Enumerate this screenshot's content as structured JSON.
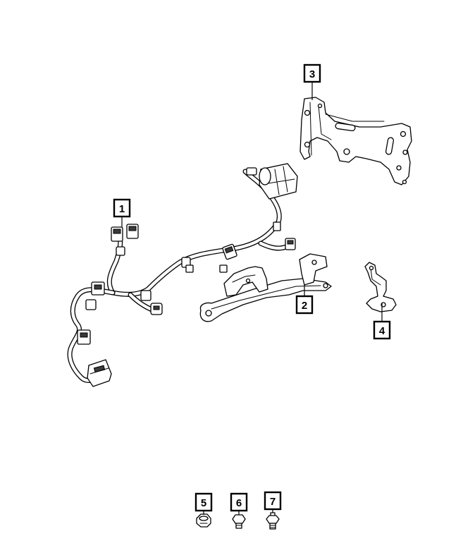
{
  "callouts": [
    {
      "id": "1",
      "label": "1"
    },
    {
      "id": "2",
      "label": "2"
    },
    {
      "id": "3",
      "label": "3"
    },
    {
      "id": "4",
      "label": "4"
    },
    {
      "id": "5",
      "label": "5"
    },
    {
      "id": "6",
      "label": "6"
    },
    {
      "id": "7",
      "label": "7"
    }
  ],
  "colors": {
    "line": "#000000",
    "background": "#ffffff"
  },
  "parts": [
    "wiring-harness",
    "harness-bracket",
    "mounting-bracket",
    "small-bracket",
    "nut",
    "bolt",
    "stud-bolt"
  ]
}
